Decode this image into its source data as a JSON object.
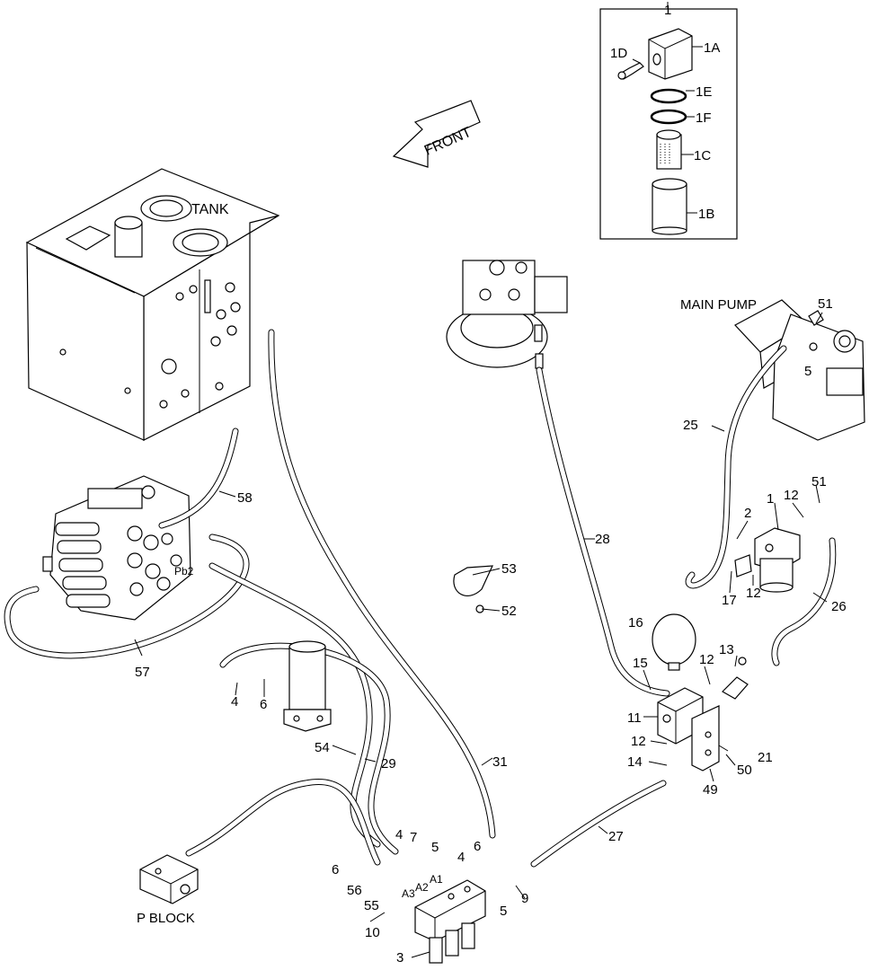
{
  "colors": {
    "ink": "#000000",
    "paper": "#ffffff"
  },
  "labels": {
    "tank": "TANK",
    "front": "FRONT",
    "main_pump": "MAIN PUMP",
    "p_block": "P BLOCK",
    "pb2": "Pb2"
  },
  "callouts": {
    "c1_top": "1",
    "c1a": "1A",
    "c1b": "1B",
    "c1c": "1C",
    "c1d": "1D",
    "c1e": "1E",
    "c1f": "1F",
    "c51_top": "51",
    "c5_pump": "5",
    "c25": "25",
    "c58": "58",
    "c28": "28",
    "c53": "53",
    "c52": "52",
    "c1_filter": "1",
    "c2": "2",
    "c12_a": "12",
    "c51_b": "51",
    "c12_b": "12",
    "c17": "17",
    "c26": "26",
    "c57": "57",
    "c16": "16",
    "c15": "15",
    "c12_c": "12",
    "c13": "13",
    "c4_acc": "4",
    "c6_acc": "6",
    "c11": "11",
    "c12_d": "12",
    "c21": "21",
    "c54": "54",
    "c29": "29",
    "c31": "31",
    "c14": "14",
    "c50": "50",
    "c49": "49",
    "c27": "27",
    "c4_b1": "4",
    "c7": "7",
    "c5_b1": "5",
    "c4_b2": "4",
    "c6_b2": "6",
    "c6_b1": "6",
    "a1": "A1",
    "a2": "A2",
    "a3": "A3",
    "c56": "56",
    "c55": "55",
    "c9": "9",
    "c5_b2": "5",
    "c10": "10",
    "c3": "3"
  }
}
